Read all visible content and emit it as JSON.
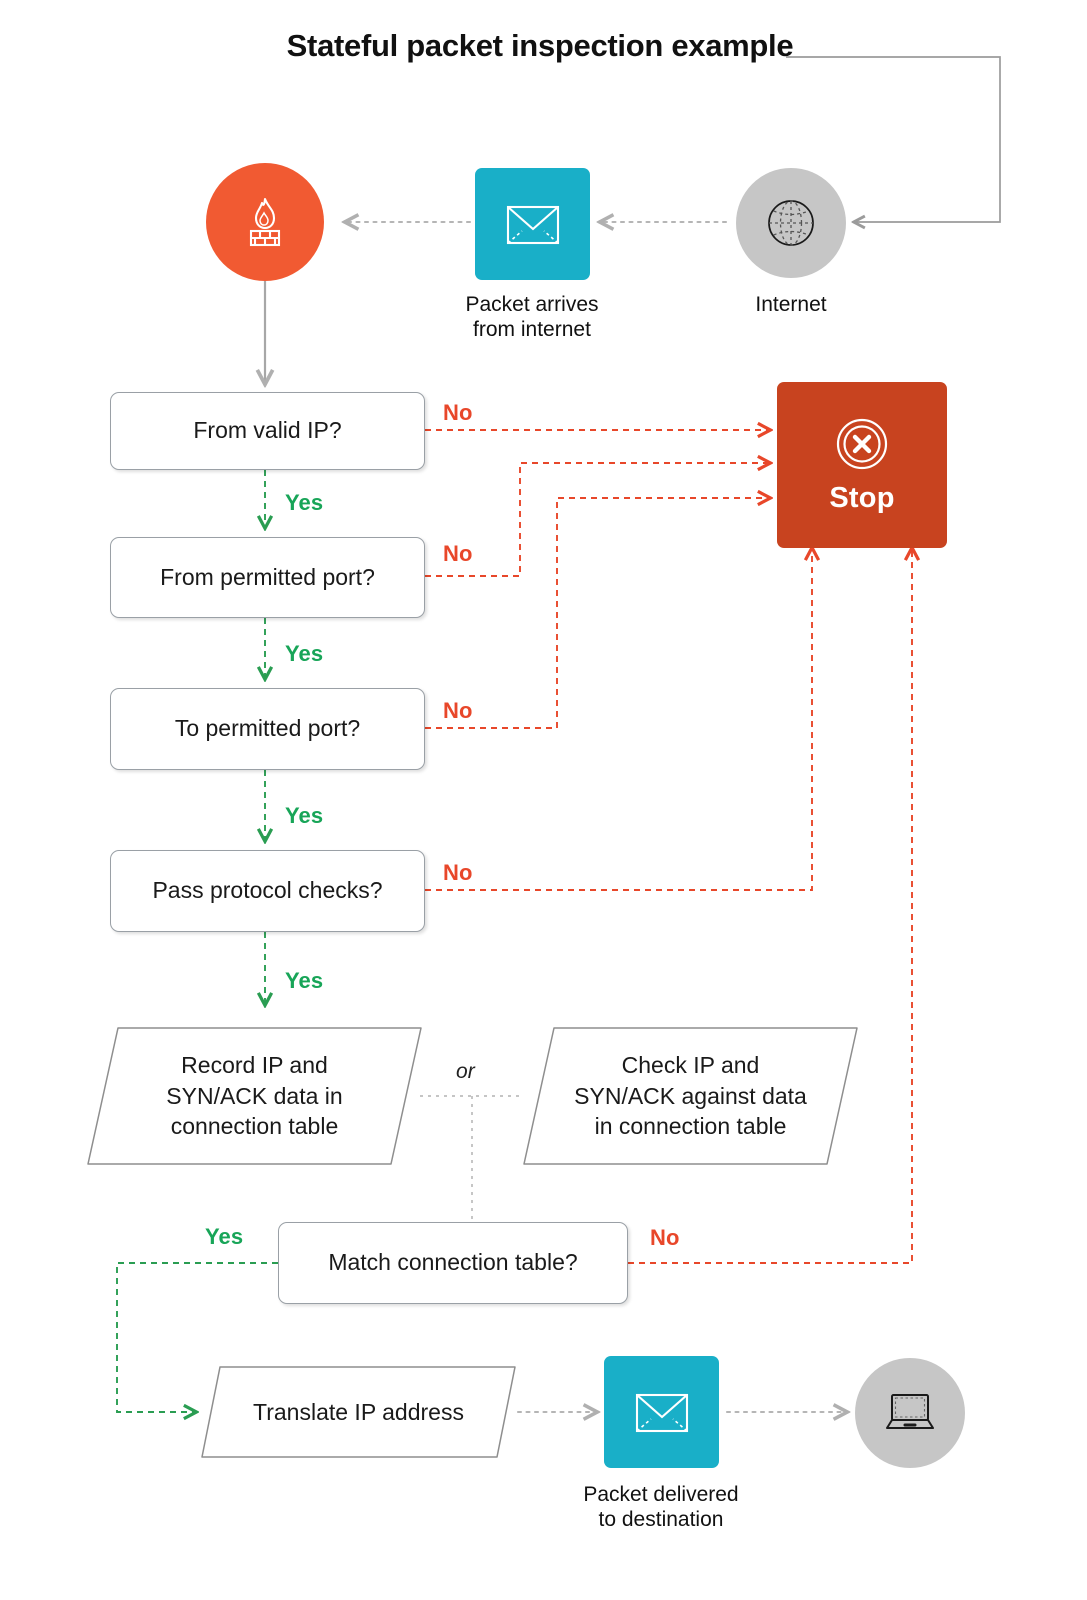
{
  "title": "Stateful packet inspection example",
  "colors": {
    "orange_firewall": "#f15a32",
    "cyan_packet": "#19afc8",
    "gray_node": "#c6c6c6",
    "stop_red": "#c8431f",
    "no_red": "#e8472a",
    "yes_green": "#18a558",
    "wire_gray": "#b0b0b0"
  },
  "top_row": {
    "firewall": {
      "icon": "firewall-icon",
      "caption": ""
    },
    "packet": {
      "icon": "envelope-icon",
      "caption": "Packet arrives\nfrom internet",
      "caption_line1": "Packet arrives",
      "caption_line2": "from internet"
    },
    "internet": {
      "icon": "globe-icon",
      "caption": "Internet"
    }
  },
  "decisions": [
    {
      "id": "valid-ip",
      "label": "From valid IP?",
      "yes": "Yes",
      "no": "No"
    },
    {
      "id": "permitted-from",
      "label": "From permitted port?",
      "yes": "Yes",
      "no": "No"
    },
    {
      "id": "permitted-to",
      "label": "To permitted port?",
      "yes": "Yes",
      "no": "No"
    },
    {
      "id": "protocol-checks",
      "label": "Pass protocol checks?",
      "yes": "Yes",
      "no": "No"
    },
    {
      "id": "match-table",
      "label": "Match connection table?",
      "yes": "Yes",
      "no": "No"
    }
  ],
  "processes": {
    "record": {
      "line1": "Record IP and",
      "line2": "SYN/ACK data in",
      "line3": "connection table"
    },
    "check": {
      "line1": "Check IP and",
      "line2": "SYN/ACK against data",
      "line3": "in connection table"
    },
    "translate": {
      "label": "Translate IP address"
    }
  },
  "or_label": "or",
  "stop": {
    "label": "Stop",
    "icon": "circle-x-icon"
  },
  "bottom_row": {
    "packet_out": {
      "icon": "envelope-icon",
      "caption_line1": "Packet delivered",
      "caption_line2": "to destination"
    },
    "destination": {
      "icon": "laptop-icon"
    }
  },
  "chart_data": {
    "type": "diagram",
    "title": "Stateful packet inspection example",
    "nodes": [
      {
        "id": "internet",
        "kind": "icon-circle",
        "text": "Internet"
      },
      {
        "id": "packet-in",
        "kind": "icon-square",
        "text": "Packet arrives from internet"
      },
      {
        "id": "firewall",
        "kind": "icon-circle",
        "text": ""
      },
      {
        "id": "valid-ip",
        "kind": "decision",
        "text": "From valid IP?"
      },
      {
        "id": "from-port",
        "kind": "decision",
        "text": "From permitted port?"
      },
      {
        "id": "to-port",
        "kind": "decision",
        "text": "To permitted port?"
      },
      {
        "id": "protocol",
        "kind": "decision",
        "text": "Pass protocol checks?"
      },
      {
        "id": "record",
        "kind": "process",
        "text": "Record IP and SYN/ACK data in connection table"
      },
      {
        "id": "check",
        "kind": "process",
        "text": "Check IP and SYN/ACK against data in connection table"
      },
      {
        "id": "match",
        "kind": "decision",
        "text": "Match connection table?"
      },
      {
        "id": "translate",
        "kind": "process",
        "text": "Translate IP address"
      },
      {
        "id": "packet-out",
        "kind": "icon-square",
        "text": "Packet delivered to destination"
      },
      {
        "id": "destination",
        "kind": "icon-circle",
        "text": ""
      },
      {
        "id": "stop",
        "kind": "terminal",
        "text": "Stop"
      }
    ],
    "edges": [
      {
        "from": "internet",
        "to": "packet-in",
        "label": "",
        "style": "dotted-gray"
      },
      {
        "from": "packet-in",
        "to": "firewall",
        "label": "",
        "style": "dotted-gray"
      },
      {
        "from": "firewall",
        "to": "valid-ip",
        "label": "",
        "style": "solid-gray"
      },
      {
        "from": "valid-ip",
        "to": "from-port",
        "label": "Yes",
        "style": "dashed-green"
      },
      {
        "from": "valid-ip",
        "to": "stop",
        "label": "No",
        "style": "dashed-red"
      },
      {
        "from": "from-port",
        "to": "to-port",
        "label": "Yes",
        "style": "dashed-green"
      },
      {
        "from": "from-port",
        "to": "stop",
        "label": "No",
        "style": "dashed-red"
      },
      {
        "from": "to-port",
        "to": "protocol",
        "label": "Yes",
        "style": "dashed-green"
      },
      {
        "from": "to-port",
        "to": "stop",
        "label": "No",
        "style": "dashed-red"
      },
      {
        "from": "protocol",
        "to": "record",
        "label": "Yes",
        "style": "dashed-green"
      },
      {
        "from": "protocol",
        "to": "stop",
        "label": "No",
        "style": "dashed-red"
      },
      {
        "from": "record",
        "to": "match",
        "label": "or",
        "style": "dotted-gray"
      },
      {
        "from": "check",
        "to": "match",
        "label": "or",
        "style": "dotted-gray"
      },
      {
        "from": "match",
        "to": "translate",
        "label": "Yes",
        "style": "dashed-green"
      },
      {
        "from": "match",
        "to": "stop",
        "label": "No",
        "style": "dashed-red"
      },
      {
        "from": "translate",
        "to": "packet-out",
        "label": "",
        "style": "dotted-gray"
      },
      {
        "from": "packet-out",
        "to": "destination",
        "label": "",
        "style": "dotted-gray"
      },
      {
        "from": "stop",
        "to": "internet",
        "label": "",
        "style": "solid-gray"
      }
    ]
  }
}
